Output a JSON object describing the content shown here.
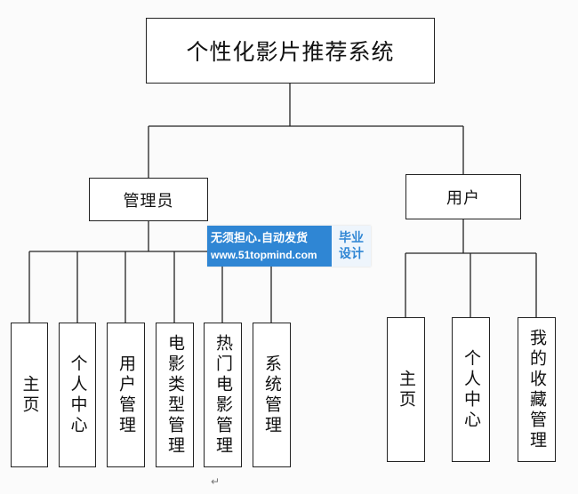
{
  "root": {
    "label": "个性化影片推荐系统"
  },
  "admin": {
    "label": "管理员",
    "children": [
      "主页",
      "个人中心",
      "用户管理",
      "电影类型管理",
      "热门电影管理",
      "系统管理"
    ]
  },
  "user": {
    "label": "用户",
    "children": [
      "主页",
      "个人中心",
      "我的收藏管理"
    ]
  },
  "watermark": {
    "line1": "无须担心.自动发货",
    "line2": "www.51topmind.com",
    "badge_line1": "毕业",
    "badge_line2": "设计"
  },
  "paragraph_mark": "↵",
  "colors": {
    "line": "#222222",
    "watermark_blue": "#2f86d4"
  }
}
